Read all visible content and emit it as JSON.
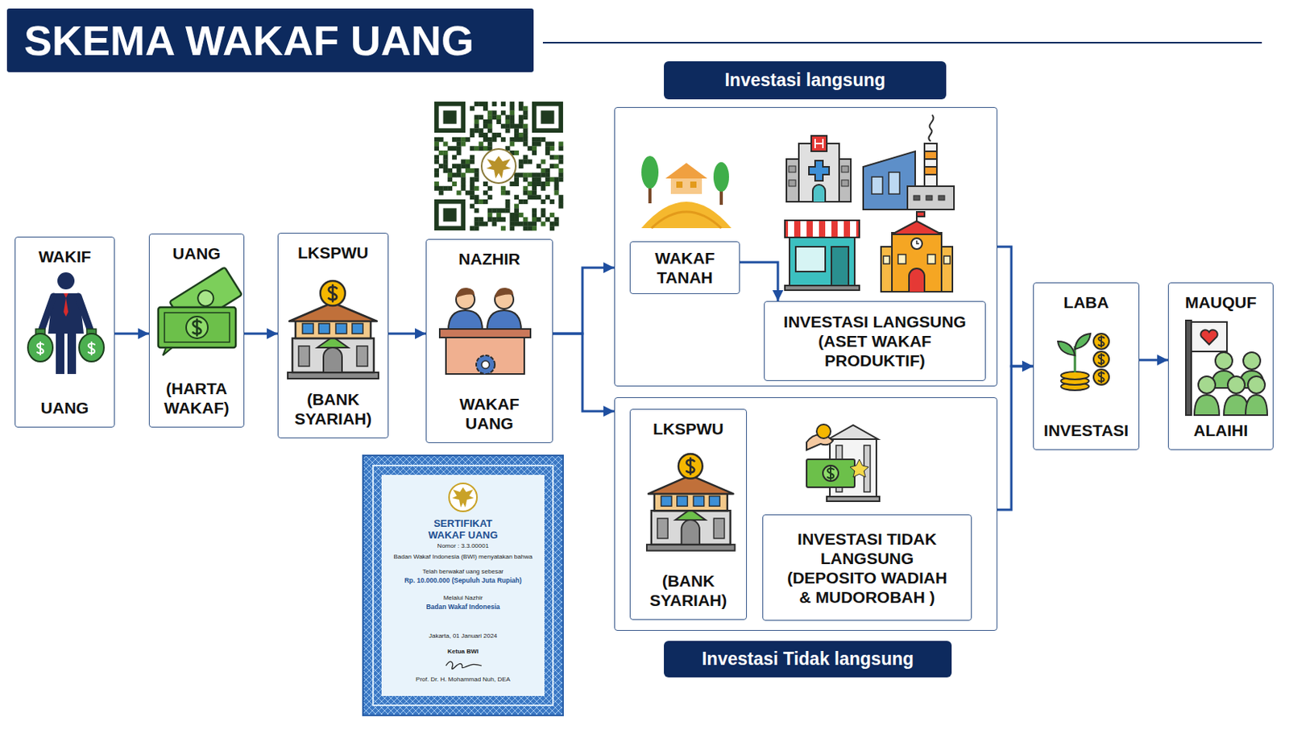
{
  "diagram": {
    "title": "SKEMA WAKAF UANG",
    "nodes": [
      {
        "text": [
          "WAKIF",
          "UANG"
        ]
      },
      {
        "text": [
          "UANG",
          "(HARTA WAKAF)"
        ]
      },
      {
        "text": [
          "LKSPWU",
          "(BANK SYARIAH)"
        ]
      },
      {
        "text": [
          "NAZHIR",
          "WAKAF UANG"
        ]
      },
      {
        "text": [
          "SERTIFIKAT WAKAF UANG",
          "Nomor : 3.3.00001",
          "Badan Wakaf Indonesia (BWI) menyatakan bahwa",
          "Telah berwakaf uang sebesar",
          "Rp. 10.000.000 (Sepuluh Juta Rupiah)",
          "Melalui Nazhir",
          "Badan Wakaf Indonesia",
          "Jakarta, 01 Januari 2024",
          "Ketua BWI",
          "Prof. Dr. H. Mohammad Nuh, DEA"
        ]
      },
      {
        "text": [
          "Investasi langsung"
        ]
      },
      {
        "text": [
          "WAKAF TANAH"
        ],
        "in": 5
      },
      {
        "text": [
          "INVESTASI LANGSUNG (ASET WAKAF PRODUKTIF)"
        ],
        "in": 5
      },
      {
        "text": [
          "Investasi Tidak langsung"
        ]
      },
      {
        "text": [
          "LKSPWU",
          "(BANK SYARIAH)"
        ],
        "in": 8
      },
      {
        "text": [
          "INVESTASI TIDAK LANGSUNG (DEPOSITO WADIAH & MUDOROBAH )"
        ],
        "in": 8
      },
      {
        "text": [
          "LABA",
          "INVESTASI"
        ]
      },
      {
        "text": [
          "MAUQUF",
          "ALAIHI"
        ]
      }
    ],
    "edges": [
      {
        "from": 0,
        "to": 1,
        "arrow": "to"
      },
      {
        "from": 1,
        "to": 2,
        "arrow": "to"
      },
      {
        "from": 2,
        "to": 3,
        "arrow": "to"
      },
      {
        "from": 3,
        "to": 5,
        "arrow": "to"
      },
      {
        "from": 3,
        "to": 8,
        "arrow": "to"
      },
      {
        "from": 6,
        "to": 7,
        "arrow": "to"
      },
      {
        "from": 5,
        "to": 11,
        "arrow": "to"
      },
      {
        "from": 8,
        "to": 11,
        "arrow": "to"
      },
      {
        "from": 11,
        "to": 12,
        "arrow": "to"
      }
    ]
  }
}
